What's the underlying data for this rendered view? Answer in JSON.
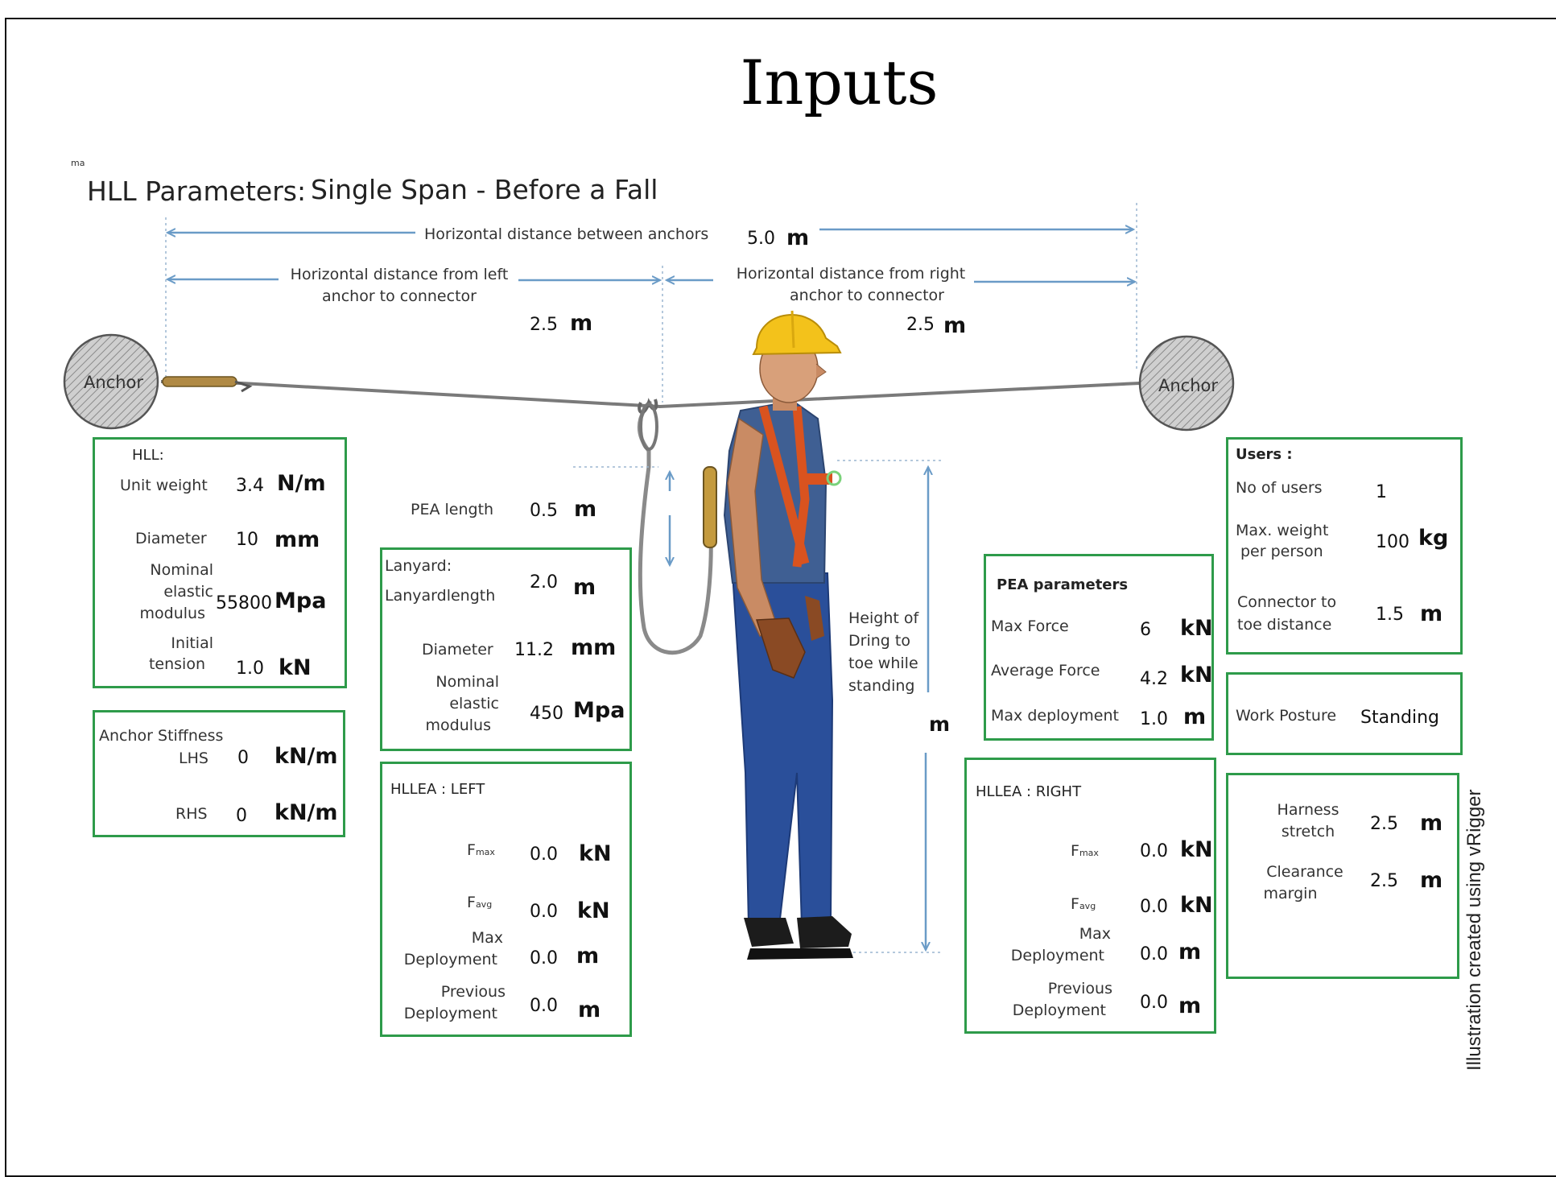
{
  "title": "Inputs",
  "corner_mark": "ma",
  "header": {
    "label": "HLL Parameters:",
    "scenario": "Single Span - Before a Fall"
  },
  "dims": {
    "between_anchors": {
      "label": "Horizontal distance between anchors",
      "value": "5.0",
      "unit": "m"
    },
    "left_to_connector": {
      "line1": "Horizontal distance from left",
      "line2": "anchor  to connector",
      "value": "2.5",
      "unit": "m"
    },
    "right_to_connector": {
      "line1": "Horizontal distance from right",
      "line2": "anchor  to connector",
      "value": "2.5",
      "unit": "m"
    }
  },
  "anchors": {
    "left": "Anchor",
    "right": "Anchor"
  },
  "hll": {
    "heading": "HLL:",
    "unit_weight": {
      "label": "Unit weight",
      "value": "3.4",
      "unit": "N/m"
    },
    "diameter": {
      "label": "Diameter",
      "value": "10",
      "unit": "mm"
    },
    "modulus": {
      "line1": "Nominal",
      "line2": "elastic",
      "line3": "modulus",
      "value": "55800",
      "unit": "Mpa"
    },
    "tension": {
      "line1": "Initial",
      "line2": "tension",
      "value": "1.0",
      "unit": "kN"
    }
  },
  "anchor_stiffness": {
    "heading": "Anchor Stiffness",
    "lhs": {
      "label": "LHS",
      "value": "0",
      "unit": "kN/m"
    },
    "rhs": {
      "label": "RHS",
      "value": "0",
      "unit": "kN/m"
    }
  },
  "pea_length": {
    "label": "PEA length",
    "value": "0.5",
    "unit": "m"
  },
  "lanyard": {
    "heading": "Lanyard:",
    "length": {
      "label": "Lanyardlength",
      "value": "2.0",
      "unit": "m"
    },
    "diameter": {
      "label": "Diameter",
      "value": "11.2",
      "unit": "mm"
    },
    "modulus": {
      "line1": "Nominal",
      "line2": "elastic",
      "line3": "modulus",
      "value": "450",
      "unit": "Mpa"
    }
  },
  "hllea_left": {
    "heading": "HLLEA : LEFT",
    "fmax": {
      "label": "F",
      "sub": "max",
      "value": "0.0",
      "unit": "kN"
    },
    "favg": {
      "label": "F",
      "sub": "avg",
      "value": "0.0",
      "unit": "kN"
    },
    "max_dep": {
      "line1": "Max",
      "line2": "Deployment",
      "value": "0.0",
      "unit": "m"
    },
    "prev_dep": {
      "line1": "Previous",
      "line2": "Deployment",
      "value": "0.0",
      "unit": "m"
    }
  },
  "dring": {
    "line1": "Height of",
    "line2": "Dring to",
    "line3": "toe while",
    "line4": "standing",
    "unit": "m"
  },
  "pea_params": {
    "heading": "PEA parameters",
    "max_force": {
      "label": "Max Force",
      "value": "6",
      "unit": "kN"
    },
    "avg_force": {
      "label": "Average Force",
      "value": "4.2",
      "unit": "kN"
    },
    "max_dep": {
      "label": "Max deployment",
      "value": "1.0",
      "unit": "m"
    }
  },
  "hllea_right": {
    "heading": "HLLEA : RIGHT",
    "fmax": {
      "label": "F",
      "sub": "max",
      "value": "0.0",
      "unit": "kN"
    },
    "favg": {
      "label": "F",
      "sub": "avg",
      "value": "0.0",
      "unit": "kN"
    },
    "max_dep": {
      "line1": "Max",
      "line2": "Deployment",
      "value": "0.0",
      "unit": "m"
    },
    "prev_dep": {
      "line1": "Previous",
      "line2": "Deployment",
      "value": "0.0",
      "unit": "m"
    }
  },
  "users": {
    "heading": "Users :",
    "count": {
      "label": "No of users",
      "value": "1"
    },
    "weight": {
      "line1": "Max. weight",
      "line2": "per person",
      "value": "100",
      "unit": "kg"
    },
    "connector": {
      "line1": "Connector to",
      "line2": "toe distance",
      "value": "1.5",
      "unit": "m"
    }
  },
  "posture": {
    "label": "Work Posture",
    "value": "Standing"
  },
  "harness": {
    "stretch": {
      "line1": "Harness",
      "line2": "stretch",
      "value": "2.5",
      "unit": "m"
    },
    "clearance": {
      "line1": "Clearance",
      "line2": "margin",
      "value": "2.5",
      "unit": "m"
    }
  },
  "credit": "Illustration created using vRigger",
  "colors": {
    "panel_border": "#2e9b4a",
    "dim_arrow": "#6a9bc7",
    "helmet": "#f3c21b",
    "shirt": "#3f5f93",
    "pants": "#2a4f9a",
    "harness": "#d9531f"
  }
}
